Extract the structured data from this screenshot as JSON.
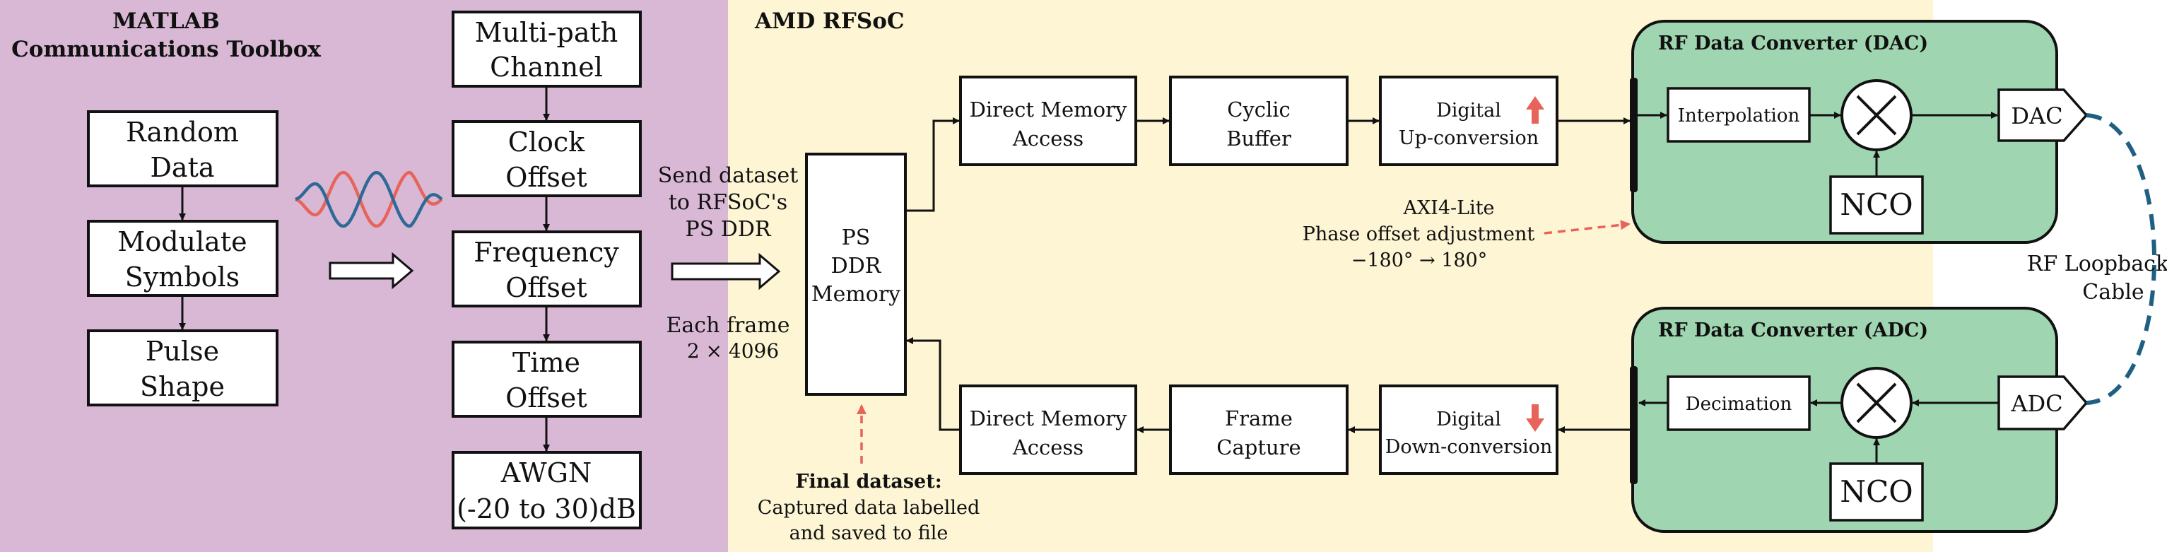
{
  "colors": {
    "matlab_bg": "#d9b8d6",
    "rfsoc_bg": "#fdf5d3",
    "converter_bg": "#9fd6b1",
    "wave_red": "#e8635a",
    "wave_blue": "#2e6a95",
    "loop_cable": "#1f5f82",
    "note_arrow": "#e8635a"
  },
  "matlab": {
    "title_1": "MATLAB",
    "title_2": "Communications Toolbox",
    "gen": {
      "b1_1": "Random",
      "b1_2": "Data",
      "b2_1": "Modulate",
      "b2_2": "Symbols",
      "b3_1": "Pulse",
      "b3_2": "Shape"
    },
    "channel": {
      "c1_1": "Multi-path",
      "c1_2": "Channel",
      "c2_1": "Clock",
      "c2_2": "Offset",
      "c3_1": "Frequency",
      "c3_2": "Offset",
      "c4_1": "Time",
      "c4_2": "Offset",
      "c5_1": "AWGN",
      "c5_2": "(-20 to 30)dB"
    }
  },
  "transfer": {
    "send_1": "Send dataset",
    "send_2": "to RFSoC's",
    "send_3": "PS DDR",
    "frame_1": "Each frame",
    "frame_2": "2 × 4096"
  },
  "rfsoc": {
    "title": "AMD RFSoC",
    "ps_1": "PS",
    "ps_2": "DDR",
    "ps_3": "Memory",
    "dma_top_1": "Direct Memory",
    "dma_top_2": "Access",
    "cyclic_1": "Cyclic",
    "cyclic_2": "Buffer",
    "duc_1": "Digital",
    "duc_2": "Up-conversion",
    "dma_bot_1": "Direct Memory",
    "dma_bot_2": "Access",
    "capture_1": "Frame",
    "capture_2": "Capture",
    "ddc_1": "Digital",
    "ddc_2": "Down-conversion",
    "axi_1": "AXI4-Lite",
    "axi_2": "Phase offset adjustment",
    "axi_3": "−180° → 180°",
    "final_1": "Final dataset:",
    "final_2": "Captured data labelled",
    "final_3": "and saved to file"
  },
  "dac_conv": {
    "title": "RF Data Converter (DAC)",
    "interp": "Interpolation",
    "nco": "NCO",
    "dac": "DAC"
  },
  "adc_conv": {
    "title": "RF Data Converter (ADC)",
    "decim": "Decimation",
    "nco": "NCO",
    "adc": "ADC"
  },
  "loopback": {
    "l1": "RF Loopback",
    "l2": "Cable"
  }
}
